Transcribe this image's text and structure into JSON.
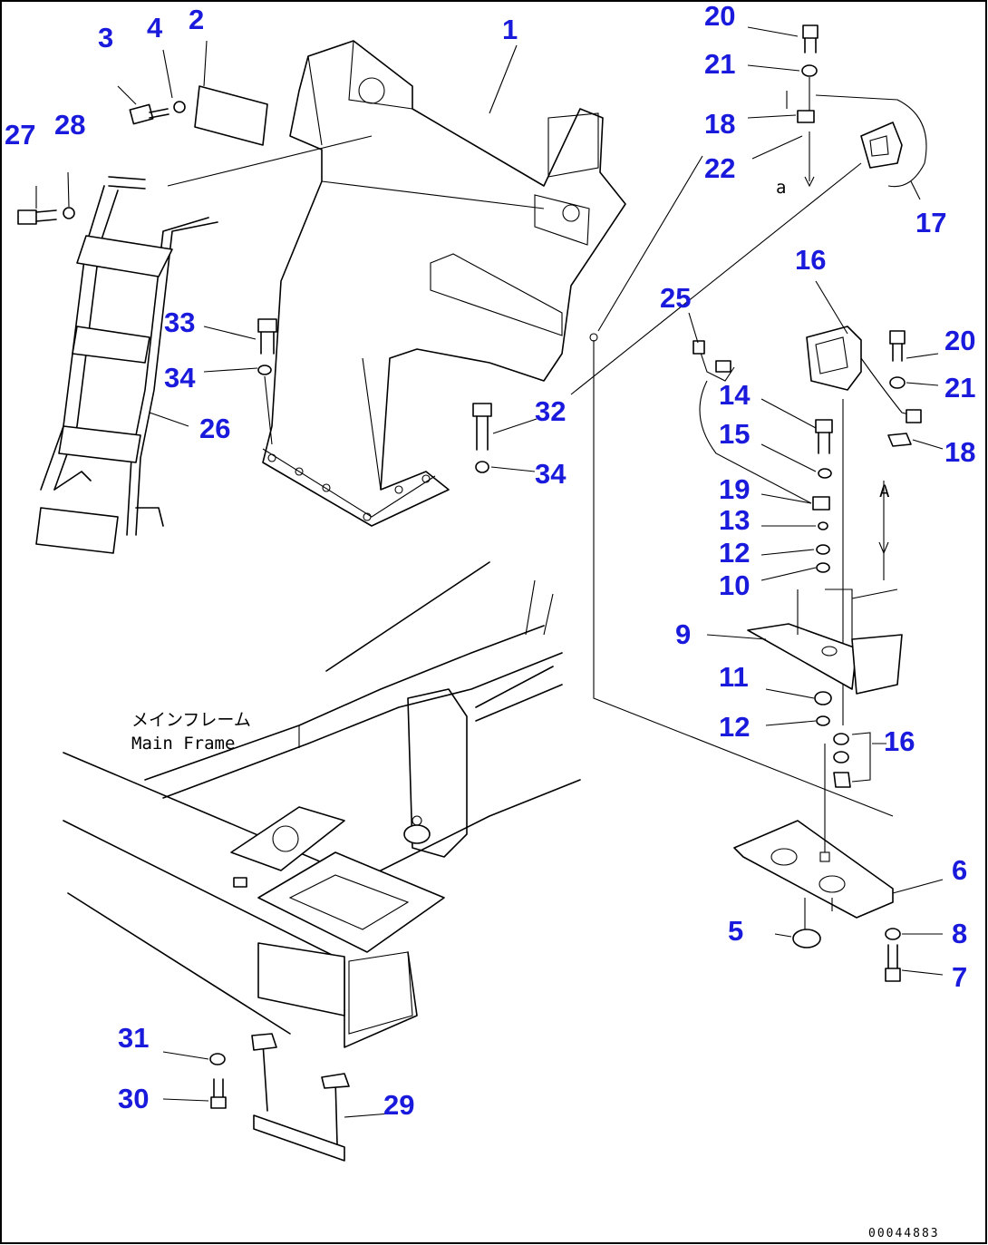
{
  "callouts": [
    {
      "id": "c1",
      "label": "1"
    },
    {
      "id": "c2",
      "label": "2"
    },
    {
      "id": "c3",
      "label": "3"
    },
    {
      "id": "c4",
      "label": "4"
    },
    {
      "id": "c5",
      "label": "5"
    },
    {
      "id": "c6",
      "label": "6"
    },
    {
      "id": "c7",
      "label": "7"
    },
    {
      "id": "c8",
      "label": "8"
    },
    {
      "id": "c9",
      "label": "9"
    },
    {
      "id": "c10",
      "label": "10"
    },
    {
      "id": "c11",
      "label": "11"
    },
    {
      "id": "c12a",
      "label": "12"
    },
    {
      "id": "c12b",
      "label": "12"
    },
    {
      "id": "c13",
      "label": "13"
    },
    {
      "id": "c14",
      "label": "14"
    },
    {
      "id": "c15",
      "label": "15"
    },
    {
      "id": "c16a",
      "label": "16"
    },
    {
      "id": "c16b",
      "label": "16"
    },
    {
      "id": "c17",
      "label": "17"
    },
    {
      "id": "c18a",
      "label": "18"
    },
    {
      "id": "c18b",
      "label": "18"
    },
    {
      "id": "c19",
      "label": "19"
    },
    {
      "id": "c20a",
      "label": "20"
    },
    {
      "id": "c20b",
      "label": "20"
    },
    {
      "id": "c21a",
      "label": "21"
    },
    {
      "id": "c21b",
      "label": "21"
    },
    {
      "id": "c22",
      "label": "22"
    },
    {
      "id": "c25",
      "label": "25"
    },
    {
      "id": "c26",
      "label": "26"
    },
    {
      "id": "c27",
      "label": "27"
    },
    {
      "id": "c28",
      "label": "28"
    },
    {
      "id": "c29",
      "label": "29"
    },
    {
      "id": "c30",
      "label": "30"
    },
    {
      "id": "c31",
      "label": "31"
    },
    {
      "id": "c32",
      "label": "32"
    },
    {
      "id": "c33",
      "label": "33"
    },
    {
      "id": "c34a",
      "label": "34"
    },
    {
      "id": "c34b",
      "label": "34"
    }
  ],
  "frame_label": {
    "jp": "メインフレーム",
    "en": "Main Frame"
  },
  "view_markers": {
    "a": "a",
    "A": "A"
  },
  "drawing_number": "00044883",
  "colors": {
    "callout": "#1a1adc",
    "line": "#000000",
    "background": "#ffffff"
  }
}
